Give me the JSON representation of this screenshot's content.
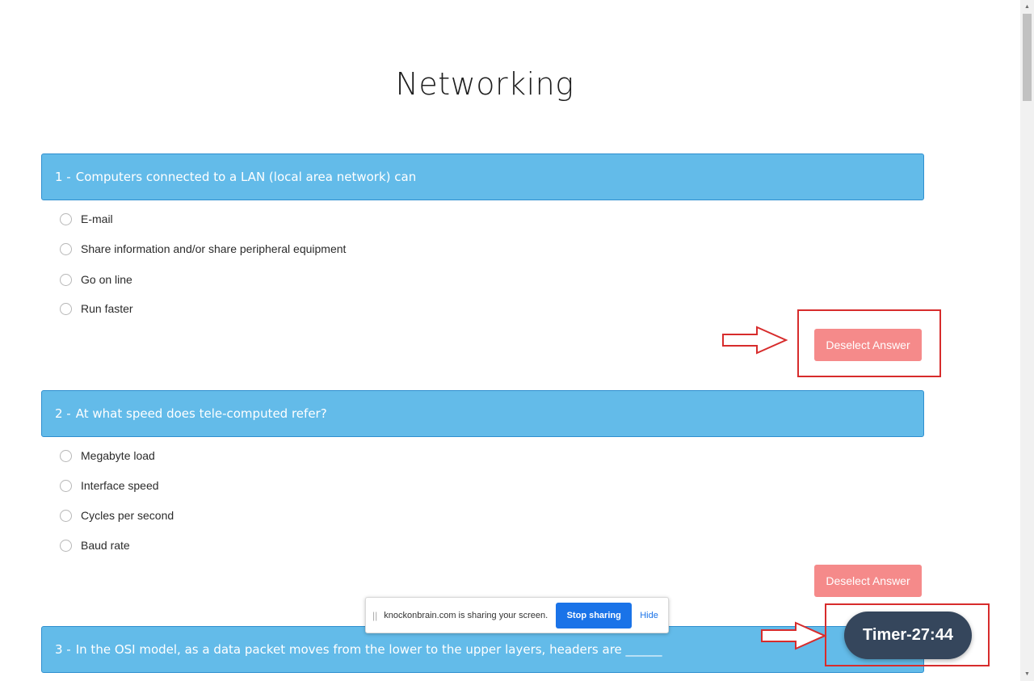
{
  "page": {
    "title": "Networking"
  },
  "questions": [
    {
      "number": "1 -",
      "text": "Computers connected to a LAN (local area network) can",
      "options": [
        "E-mail",
        "Share information and/or share peripheral equipment",
        "Go on line",
        "Run faster"
      ],
      "deselect_label": "Deselect Answer"
    },
    {
      "number": "2 -",
      "text": "At what speed does tele-computed refer?",
      "options": [
        "Megabyte load",
        "Interface speed",
        "Cycles per second",
        "Baud rate"
      ],
      "deselect_label": "Deselect Answer"
    },
    {
      "number": "3 -",
      "text": "In the OSI model, as a data packet moves from the lower to the upper layers, headers are ______"
    }
  ],
  "share_bar": {
    "grip": "||",
    "text": "knockonbrain.com is sharing your screen.",
    "stop_label": "Stop sharing",
    "hide_label": "Hide"
  },
  "timer": {
    "label": "Timer-27:44"
  },
  "colors": {
    "question_header_bg": "#63bbe9",
    "deselect_bg": "#f58a8a",
    "timer_bg": "#35465c",
    "annotation_red": "#d72c2c"
  }
}
